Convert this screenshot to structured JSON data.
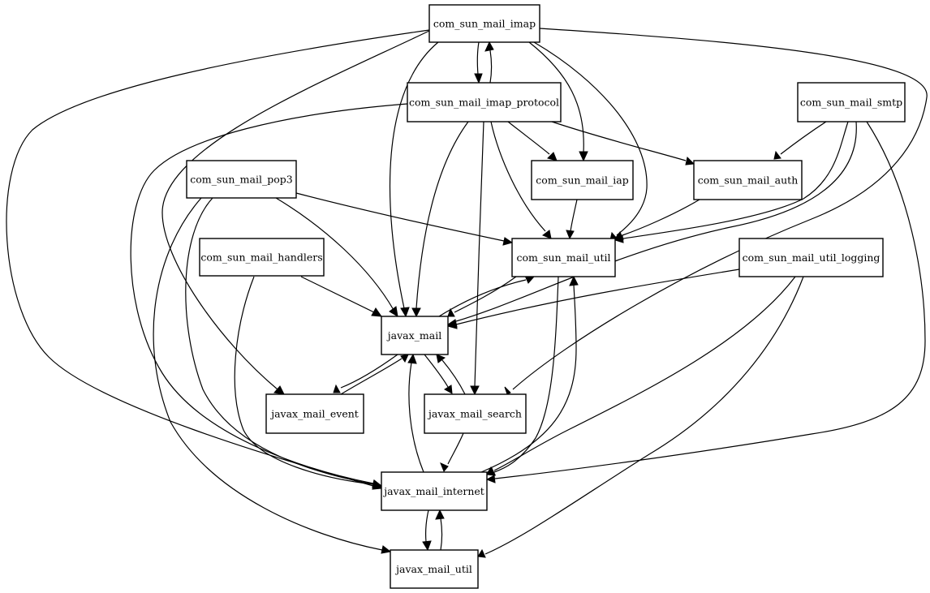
{
  "nodes": [
    {
      "id": "imap",
      "label": "com_sun_mail_imap"
    },
    {
      "id": "imap_protocol",
      "label": "com_sun_mail_imap_protocol"
    },
    {
      "id": "smtp",
      "label": "com_sun_mail_smtp"
    },
    {
      "id": "pop3",
      "label": "com_sun_mail_pop3"
    },
    {
      "id": "iap",
      "label": "com_sun_mail_iap"
    },
    {
      "id": "auth",
      "label": "com_sun_mail_auth"
    },
    {
      "id": "handlers",
      "label": "com_sun_mail_handlers"
    },
    {
      "id": "util",
      "label": "com_sun_mail_util"
    },
    {
      "id": "util_logging",
      "label": "com_sun_mail_util_logging"
    },
    {
      "id": "javax_mail",
      "label": "javax_mail"
    },
    {
      "id": "event",
      "label": "javax_mail_event"
    },
    {
      "id": "search",
      "label": "javax_mail_search"
    },
    {
      "id": "internet",
      "label": "javax_mail_internet"
    },
    {
      "id": "javax_util",
      "label": "javax_mail_util"
    }
  ],
  "edges": [
    {
      "from": "imap",
      "to": "imap_protocol"
    },
    {
      "from": "imap_protocol",
      "to": "imap"
    },
    {
      "from": "imap",
      "to": "iap"
    },
    {
      "from": "imap",
      "to": "util"
    },
    {
      "from": "imap",
      "to": "javax_mail"
    },
    {
      "from": "imap",
      "to": "event"
    },
    {
      "from": "imap",
      "to": "internet"
    },
    {
      "from": "imap",
      "to": "search"
    },
    {
      "from": "imap_protocol",
      "to": "iap"
    },
    {
      "from": "imap_protocol",
      "to": "auth"
    },
    {
      "from": "imap_protocol",
      "to": "util"
    },
    {
      "from": "imap_protocol",
      "to": "javax_mail"
    },
    {
      "from": "imap_protocol",
      "to": "search"
    },
    {
      "from": "imap_protocol",
      "to": "internet"
    },
    {
      "from": "smtp",
      "to": "auth"
    },
    {
      "from": "smtp",
      "to": "util"
    },
    {
      "from": "smtp",
      "to": "javax_mail"
    },
    {
      "from": "smtp",
      "to": "internet"
    },
    {
      "from": "pop3",
      "to": "util"
    },
    {
      "from": "pop3",
      "to": "javax_mail"
    },
    {
      "from": "pop3",
      "to": "internet"
    },
    {
      "from": "pop3",
      "to": "javax_util"
    },
    {
      "from": "iap",
      "to": "util"
    },
    {
      "from": "auth",
      "to": "util"
    },
    {
      "from": "handlers",
      "to": "javax_mail"
    },
    {
      "from": "handlers",
      "to": "internet"
    },
    {
      "from": "util",
      "to": "javax_mail"
    },
    {
      "from": "javax_mail",
      "to": "util"
    },
    {
      "from": "util",
      "to": "internet"
    },
    {
      "from": "internet",
      "to": "util"
    },
    {
      "from": "util_logging",
      "to": "javax_mail"
    },
    {
      "from": "util_logging",
      "to": "internet"
    },
    {
      "from": "util_logging",
      "to": "javax_util"
    },
    {
      "from": "javax_mail",
      "to": "event"
    },
    {
      "from": "event",
      "to": "javax_mail"
    },
    {
      "from": "javax_mail",
      "to": "search"
    },
    {
      "from": "search",
      "to": "javax_mail"
    },
    {
      "from": "search",
      "to": "internet"
    },
    {
      "from": "internet",
      "to": "javax_mail"
    },
    {
      "from": "internet",
      "to": "javax_util"
    },
    {
      "from": "javax_util",
      "to": "internet"
    }
  ]
}
